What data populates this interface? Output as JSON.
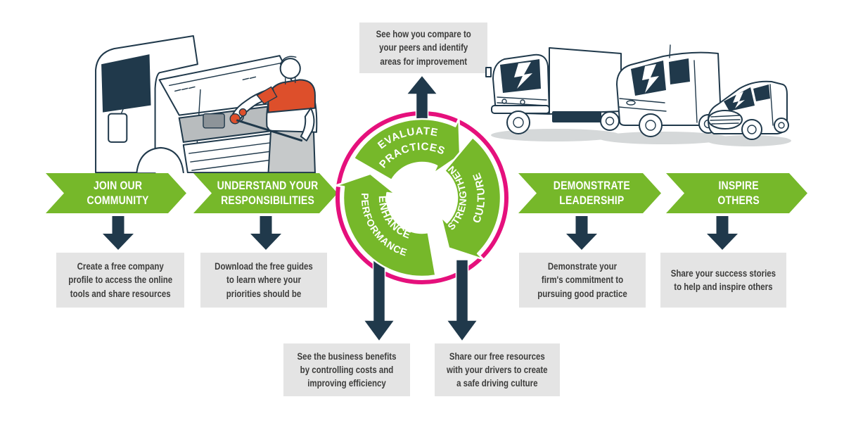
{
  "colors": {
    "green": "#76b82a",
    "pink": "#e5107c",
    "navy": "#20394b",
    "callout_bg": "#e4e4e4",
    "callout_text": "#3c3c3b",
    "red_accent": "#dd4f2b"
  },
  "banners": [
    {
      "label": "JOIN OUR\nCOMMUNITY"
    },
    {
      "label": "UNDERSTAND YOUR\nRESPONSIBILITIES"
    },
    {
      "label": "DEMONSTRATE\nLEADERSHIP"
    },
    {
      "label": "INSPIRE\nOTHERS"
    }
  ],
  "cycle": {
    "segments": [
      {
        "line1": "EVALUATE",
        "line2": "PRACTICES"
      },
      {
        "line1": "STRENGTHEN",
        "line2": "CULTURE"
      },
      {
        "line1": "ENHANCE",
        "line2": "PERFORMANCE"
      }
    ]
  },
  "callouts": {
    "compare": "See how you compare to\nyour peers and identify\nareas for improvement",
    "join": "Create a free company\nprofile to access the online\ntools and share resources",
    "understand": "Download the free guides\nto learn where your\npriorities should be",
    "benefits": "See the business benefits\nby controlling costs and\nimproving efficiency",
    "share_resources": "Share our free resources\nwith your drivers to create\na safe driving culture",
    "demonstrate": "Demonstrate your\nfirm's commitment to\npursuing good practice",
    "inspire": "Share your success stories\nto help and inspire others"
  }
}
